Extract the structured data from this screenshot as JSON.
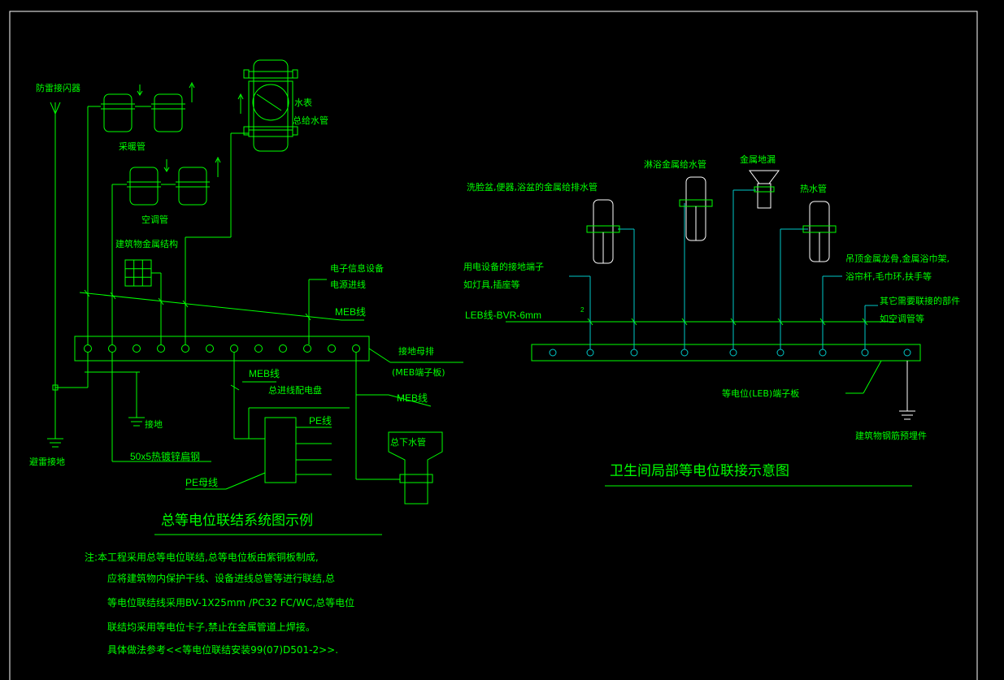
{
  "left": {
    "lightning_arrester": "防雷接闪器",
    "heating_pipe": "采暖管",
    "ac_pipe": "空调管",
    "water_meter": "水表",
    "main_water_pipe": "总给水管",
    "building_metal": "建筑物金属结构",
    "electronic_info_1": "电子信息设备",
    "electronic_info_2": "电源进线",
    "meb_line_1": "MEB线",
    "grounding_bus_1": "接地母排",
    "grounding_bus_2": "(MEB端子板)",
    "meb_line_2": "MEB线",
    "main_dist_board": "总进线配电盘",
    "meb_line_3": "MEB线",
    "pe_line": "PE线",
    "ground": "接地",
    "lightning_ground": "避雷接地",
    "flat_steel": "50x5热镀锌扁钢",
    "pe_bus": "PE母线",
    "drain_pipe": "总下水管",
    "title": "总等电位联结系统图示例"
  },
  "right": {
    "washbasin": "洗脸盆,便器,浴盆的金属给排水管",
    "bath_water": "淋浴金属给水管",
    "floor_drain": "金属地漏",
    "hot_water": "热水管",
    "device_terminal_1": "用电设备的接地端子",
    "device_terminal_2": "如灯具,插座等",
    "ceiling_1": "吊顶金属龙骨,金属浴巾架,",
    "ceiling_2": "浴帘杆,毛巾环,扶手等",
    "other_1": "其它需要联接的部件",
    "other_2": "如空调管等",
    "leb_wire": "LEB线-BVR-6mm",
    "leb_sup": "2",
    "leb_board": "等电位(LEB)端子板",
    "rebar": "建筑物钢筋预埋件",
    "title": "卫生间局部等电位联接示意图"
  },
  "notes": [
    "注:本工程采用总等电位联结,总等电位板由紫铜板制成,",
    "应将建筑物内保护干线、设备进线总管等进行联结,总",
    "等电位联结线采用BV-1X25mm /PC32 FC/WC,总等电位",
    "联结均采用等电位卡子,禁止在金属管道上焊接。",
    "具体做法参考<<等电位联结安装99(07)D501-2>>."
  ],
  "colors": {
    "background": "#000000",
    "line": "#00ff00",
    "cyan": "#00c8c8",
    "white": "#ffffff"
  }
}
